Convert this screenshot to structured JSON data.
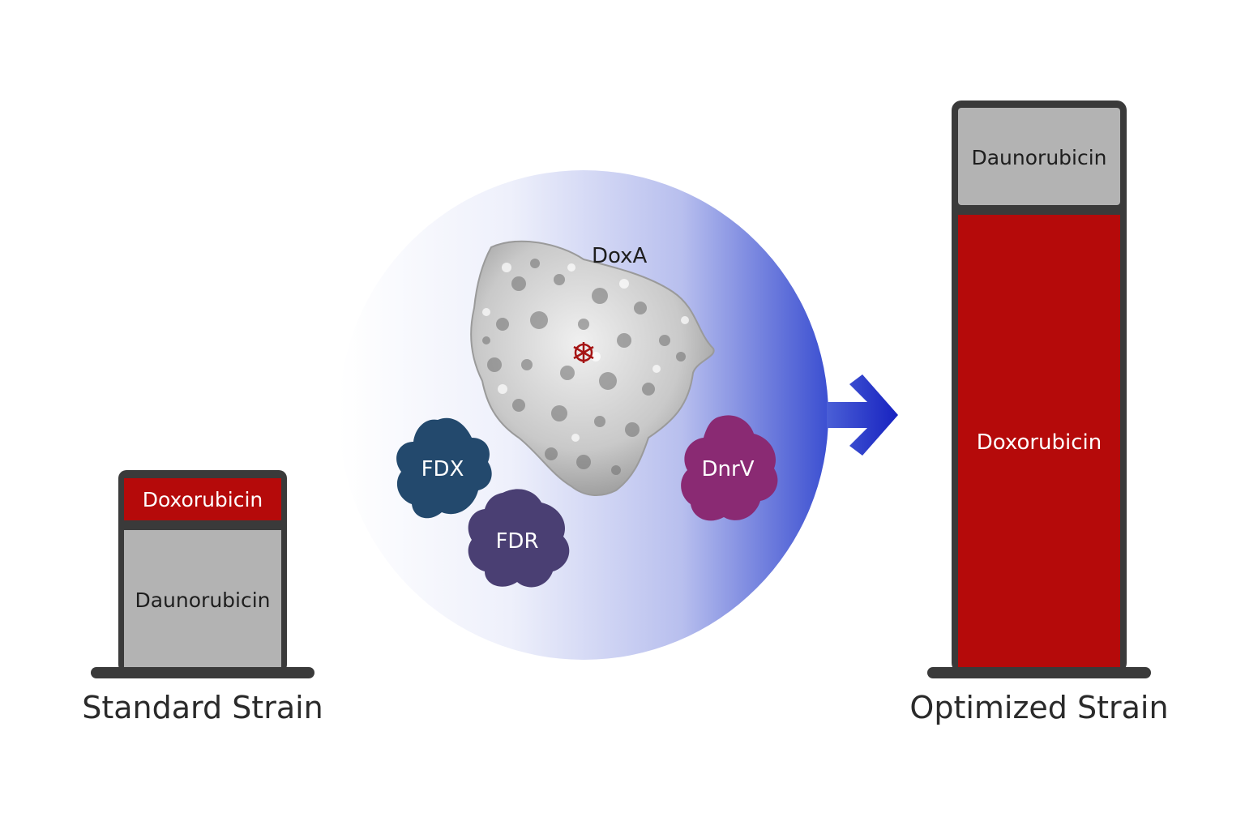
{
  "standard": {
    "label": "Standard Strain",
    "top_segment": "Doxorubicin",
    "bottom_segment": "Daunorubicin"
  },
  "optimized": {
    "label": "Optimized Strain",
    "top_segment": "Daunorubicin",
    "bottom_segment": "Doxorubicin"
  },
  "center": {
    "protein_main": "DoxA",
    "proteins": [
      "FDX",
      "FDR",
      "DnrV"
    ]
  },
  "colors": {
    "doxorubicin": "#b50a0a",
    "daunorubicin": "#b3b3b3",
    "frame": "#3a3a3a",
    "fdx": "#23496d",
    "fdr": "#4a3f73",
    "dnrv": "#8a2a73",
    "arrow": "#1f2fc4",
    "gradient_edge": "#3b4fd1"
  },
  "icons": {
    "arrow": "right-arrow-icon",
    "protein": "protein-structure-icon"
  }
}
